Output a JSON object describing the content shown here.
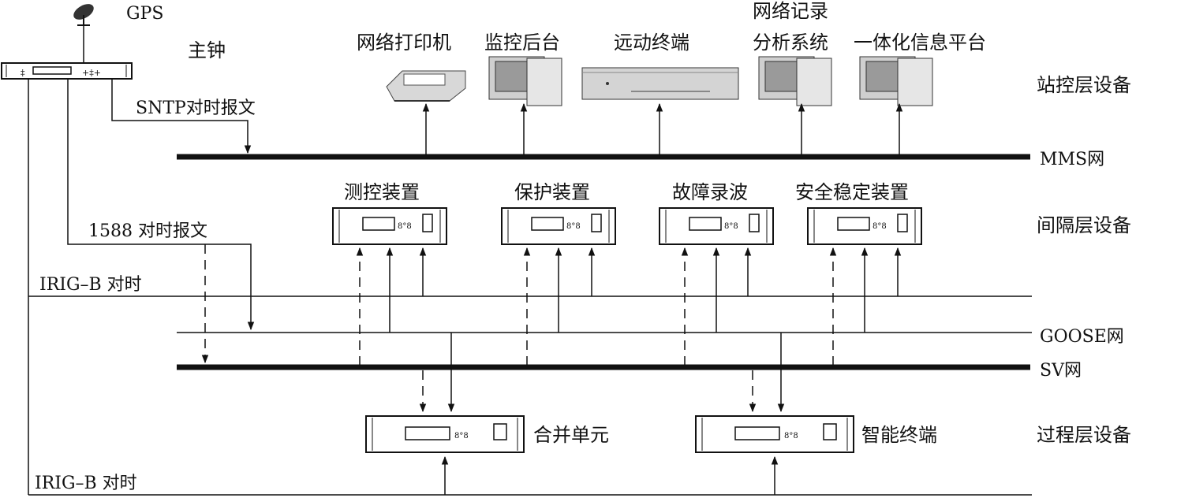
{
  "top": {
    "gps": "GPS",
    "master_clock": "主钟",
    "sntp": "SNTP对时报文",
    "ptp": "1588 对时报文",
    "irig_b_upper": "IRIG–B 对时",
    "irig_b_lower": "IRIG–B 对时"
  },
  "station": {
    "layer": "站控层设备",
    "network": "MMS网",
    "devices": [
      "网络打印机",
      "监控后台",
      "远动终端",
      "网络记录",
      "分析系统",
      "一体化信息平台"
    ]
  },
  "bay": {
    "layer": "间隔层设备",
    "devices": [
      "测控装置",
      "保护装置",
      "故障录波",
      "安全稳定装置"
    ]
  },
  "networks": {
    "goose": "GOOSE网",
    "sv": "SV网"
  },
  "process": {
    "layer": "过程层设备",
    "devices": [
      "合并单元",
      "智能终端"
    ]
  },
  "colors": {
    "line": "#111111",
    "device_fill": "#ffffff",
    "pc_fill": "#cfcfcf"
  }
}
